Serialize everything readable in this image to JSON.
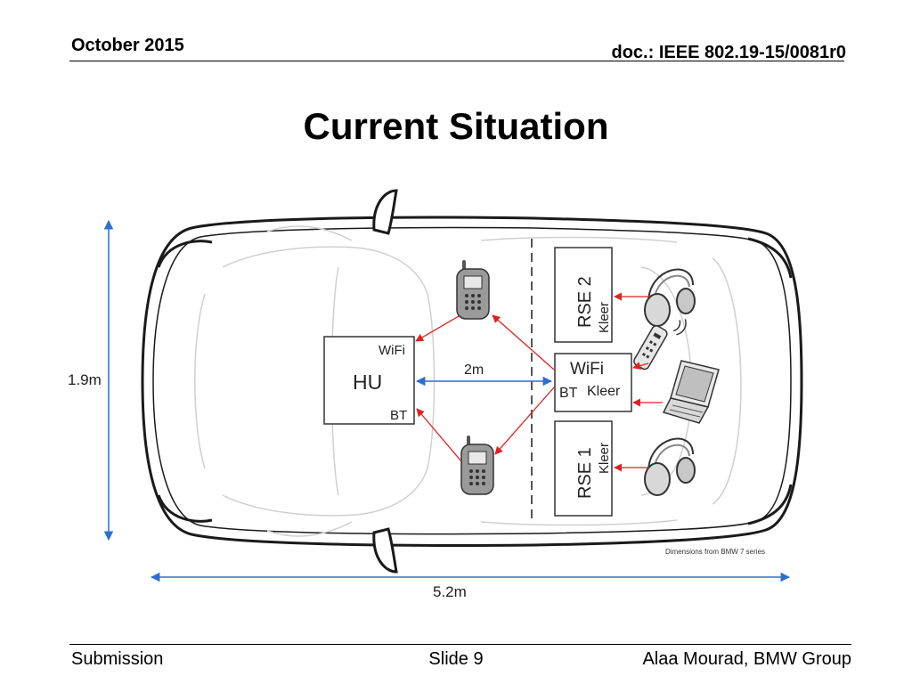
{
  "header": {
    "date": "October 2015",
    "doc": "doc.: IEEE 802.19-15/0081r0"
  },
  "title": "Current Situation",
  "diagram": {
    "hu": {
      "label": "HU",
      "wifi": "WiFi",
      "bt": "BT"
    },
    "distance_hu": "2m",
    "hub": {
      "wifi": "WiFi",
      "bt": "BT",
      "kleer": "Kleer"
    },
    "rse2": {
      "label": "RSE 2",
      "kleer": "Kleer"
    },
    "rse1": {
      "label": "RSE 1",
      "kleer": "Kleer"
    },
    "width_label": "1.9m",
    "length_label": "5.2m",
    "note": "Dimensions from BMW 7 series",
    "colors": {
      "arrow_red": "#e02020",
      "dim_blue": "#2c6fd0",
      "car_outline": "#1a1a1a",
      "device_grey": "#8a8a8a"
    },
    "icons": [
      "phone-icon",
      "headphones-icon",
      "remote-icon",
      "laptop-icon"
    ]
  },
  "footer": {
    "left": "Submission",
    "center": "Slide 9",
    "right": "Alaa Mourad, BMW Group"
  }
}
